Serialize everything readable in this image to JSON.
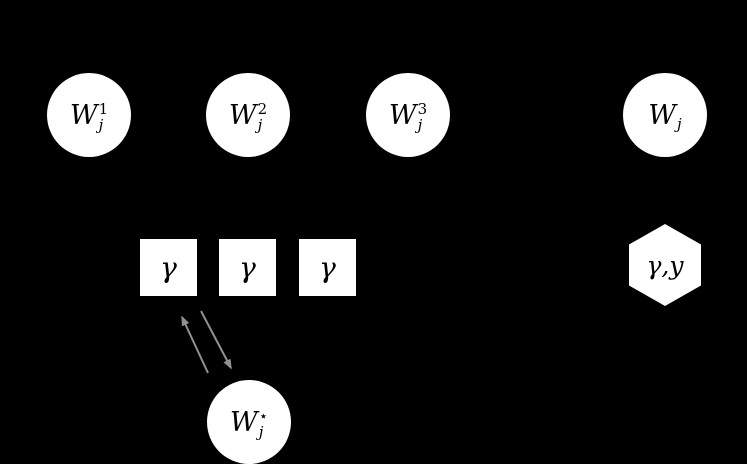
{
  "diagram": {
    "background_color": "#000000",
    "node_fill_color": "#ffffff",
    "node_text_color": "#000000",
    "arrow_color": "#919191",
    "top_circles": [
      {
        "base": "W",
        "sub": "j",
        "sup": "1"
      },
      {
        "base": "W",
        "sub": "j",
        "sup": "2"
      },
      {
        "base": "W",
        "sub": "j",
        "sup": "3"
      },
      {
        "base": "W",
        "sub": "j",
        "sup": ""
      }
    ],
    "gamma_squares": [
      {
        "label": "γ"
      },
      {
        "label": "γ"
      },
      {
        "label": "γ"
      }
    ],
    "hexagon": {
      "label": "γ,y"
    },
    "bottom_circle": {
      "base": "W",
      "sub": "j",
      "sup": "⋆"
    }
  }
}
